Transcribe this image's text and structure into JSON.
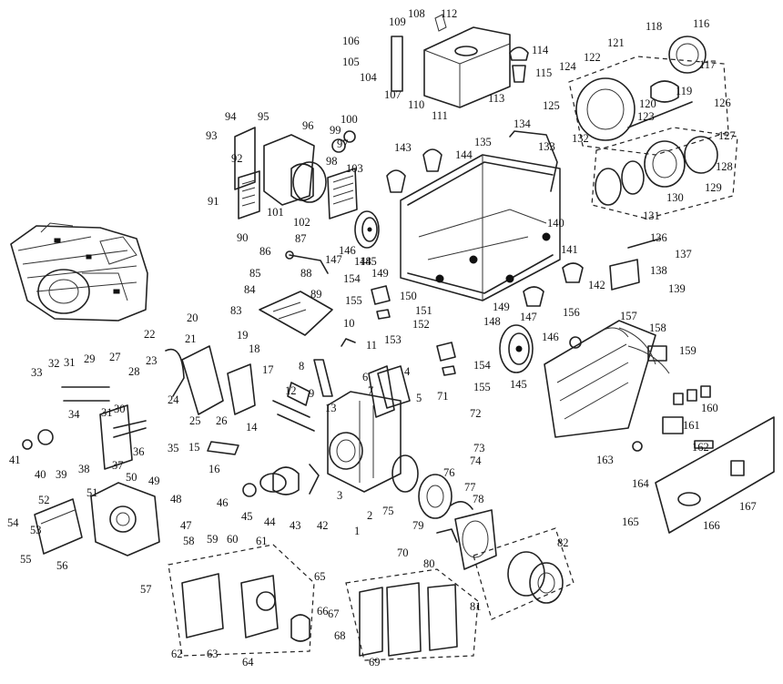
{
  "diagram": {
    "type": "exploded-parts-view",
    "callouts": [
      {
        "label": "1"
      },
      {
        "label": "2"
      },
      {
        "label": "3"
      },
      {
        "label": "4"
      },
      {
        "label": "5"
      },
      {
        "label": "6"
      },
      {
        "label": "7"
      },
      {
        "label": "8"
      },
      {
        "label": "9"
      },
      {
        "label": "10"
      },
      {
        "label": "11"
      },
      {
        "label": "12"
      },
      {
        "label": "13"
      },
      {
        "label": "14"
      },
      {
        "label": "15"
      },
      {
        "label": "16"
      },
      {
        "label": "17"
      },
      {
        "label": "18"
      },
      {
        "label": "19"
      },
      {
        "label": "20"
      },
      {
        "label": "21"
      },
      {
        "label": "22"
      },
      {
        "label": "23"
      },
      {
        "label": "24"
      },
      {
        "label": "25"
      },
      {
        "label": "26"
      },
      {
        "label": "27"
      },
      {
        "label": "28"
      },
      {
        "label": "29"
      },
      {
        "label": "30"
      },
      {
        "label": "31"
      },
      {
        "label": "31"
      },
      {
        "label": "32"
      },
      {
        "label": "33"
      },
      {
        "label": "34"
      },
      {
        "label": "35"
      },
      {
        "label": "36"
      },
      {
        "label": "37"
      },
      {
        "label": "38"
      },
      {
        "label": "39"
      },
      {
        "label": "40"
      },
      {
        "label": "41"
      },
      {
        "label": "42"
      },
      {
        "label": "43"
      },
      {
        "label": "44"
      },
      {
        "label": "45"
      },
      {
        "label": "46"
      },
      {
        "label": "47"
      },
      {
        "label": "48"
      },
      {
        "label": "49"
      },
      {
        "label": "50"
      },
      {
        "label": "51"
      },
      {
        "label": "52"
      },
      {
        "label": "53"
      },
      {
        "label": "54"
      },
      {
        "label": "55"
      },
      {
        "label": "56"
      },
      {
        "label": "57"
      },
      {
        "label": "58"
      },
      {
        "label": "59"
      },
      {
        "label": "60"
      },
      {
        "label": "61"
      },
      {
        "label": "62"
      },
      {
        "label": "63"
      },
      {
        "label": "64"
      },
      {
        "label": "65"
      },
      {
        "label": "66"
      },
      {
        "label": "67"
      },
      {
        "label": "68"
      },
      {
        "label": "69"
      },
      {
        "label": "70"
      },
      {
        "label": "71"
      },
      {
        "label": "72"
      },
      {
        "label": "73"
      },
      {
        "label": "74"
      },
      {
        "label": "75"
      },
      {
        "label": "76"
      },
      {
        "label": "77"
      },
      {
        "label": "78"
      },
      {
        "label": "79"
      },
      {
        "label": "80"
      },
      {
        "label": "81"
      },
      {
        "label": "82"
      },
      {
        "label": "83"
      },
      {
        "label": "84"
      },
      {
        "label": "85"
      },
      {
        "label": "86"
      },
      {
        "label": "87"
      },
      {
        "label": "88"
      },
      {
        "label": "89"
      },
      {
        "label": "90"
      },
      {
        "label": "91"
      },
      {
        "label": "92"
      },
      {
        "label": "93"
      },
      {
        "label": "94"
      },
      {
        "label": "95"
      },
      {
        "label": "96"
      },
      {
        "label": "97"
      },
      {
        "label": "98"
      },
      {
        "label": "99"
      },
      {
        "label": "100"
      },
      {
        "label": "101"
      },
      {
        "label": "102"
      },
      {
        "label": "103"
      },
      {
        "label": "104"
      },
      {
        "label": "105"
      },
      {
        "label": "106"
      },
      {
        "label": "107"
      },
      {
        "label": "108"
      },
      {
        "label": "109"
      },
      {
        "label": "110"
      },
      {
        "label": "111"
      },
      {
        "label": "112"
      },
      {
        "label": "113"
      },
      {
        "label": "114"
      },
      {
        "label": "115"
      },
      {
        "label": "116"
      },
      {
        "label": "117"
      },
      {
        "label": "118"
      },
      {
        "label": "119"
      },
      {
        "label": "120"
      },
      {
        "label": "121"
      },
      {
        "label": "122"
      },
      {
        "label": "123"
      },
      {
        "label": "124"
      },
      {
        "label": "125"
      },
      {
        "label": "126"
      },
      {
        "label": "127"
      },
      {
        "label": "128"
      },
      {
        "label": "129"
      },
      {
        "label": "130"
      },
      {
        "label": "131"
      },
      {
        "label": "132"
      },
      {
        "label": "133"
      },
      {
        "label": "134"
      },
      {
        "label": "135"
      },
      {
        "label": "136"
      },
      {
        "label": "137"
      },
      {
        "label": "138"
      },
      {
        "label": "139"
      },
      {
        "label": "140"
      },
      {
        "label": "141"
      },
      {
        "label": "142"
      },
      {
        "label": "143"
      },
      {
        "label": "144"
      },
      {
        "label": "145"
      },
      {
        "label": "145"
      },
      {
        "label": "146"
      },
      {
        "label": "146"
      },
      {
        "label": "147"
      },
      {
        "label": "147"
      },
      {
        "label": "148"
      },
      {
        "label": "148"
      },
      {
        "label": "149"
      },
      {
        "label": "149"
      },
      {
        "label": "150"
      },
      {
        "label": "151"
      },
      {
        "label": "152"
      },
      {
        "label": "153"
      },
      {
        "label": "154"
      },
      {
        "label": "154"
      },
      {
        "label": "155"
      },
      {
        "label": "155"
      },
      {
        "label": "156"
      },
      {
        "label": "157"
      },
      {
        "label": "158"
      },
      {
        "label": "159"
      },
      {
        "label": "160"
      },
      {
        "label": "161"
      },
      {
        "label": "162"
      },
      {
        "label": "163"
      },
      {
        "label": "164"
      },
      {
        "label": "165"
      },
      {
        "label": "166"
      },
      {
        "label": "167"
      }
    ]
  }
}
